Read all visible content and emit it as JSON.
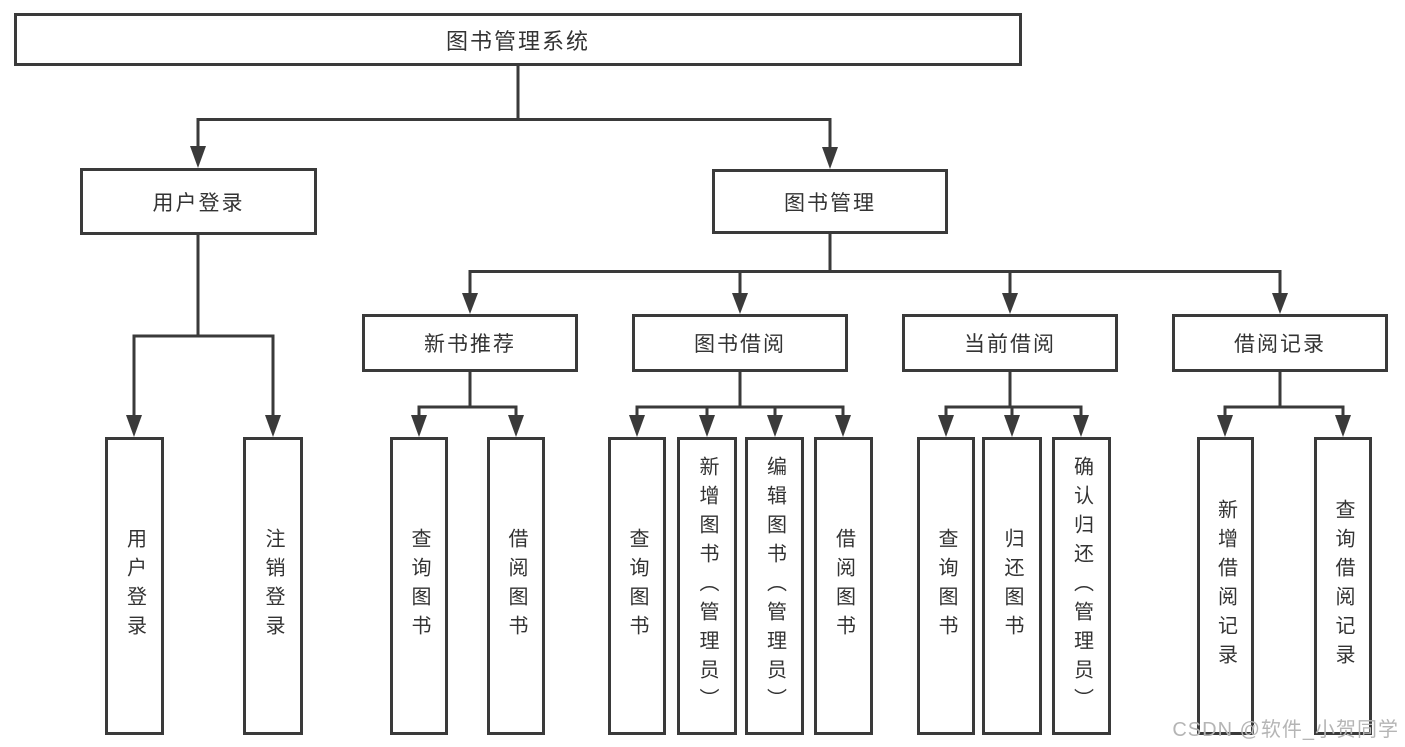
{
  "diagram": {
    "type": "hierarchy-flowchart",
    "colors": {
      "line": "#3a3a3a",
      "border": "#3a3a3a",
      "text": "#333333",
      "background": "#ffffff",
      "watermark": "#b5b5b5"
    }
  },
  "tree": {
    "label": "图书管理系统",
    "children": [
      {
        "label": "用户登录",
        "children": [
          {
            "label": "用户登录"
          },
          {
            "label": "注销登录"
          }
        ]
      },
      {
        "label": "图书管理",
        "children": [
          {
            "label": "新书推荐",
            "children": [
              {
                "label": "查询图书"
              },
              {
                "label": "借阅图书"
              }
            ]
          },
          {
            "label": "图书借阅",
            "children": [
              {
                "label": "查询图书"
              },
              {
                "label": "新增图书（管理员）"
              },
              {
                "label": "编辑图书（管理员）"
              },
              {
                "label": "借阅图书"
              }
            ]
          },
          {
            "label": "当前借阅",
            "children": [
              {
                "label": "查询图书"
              },
              {
                "label": "归还图书"
              },
              {
                "label": "确认归还（管理员）"
              }
            ]
          },
          {
            "label": "借阅记录",
            "children": [
              {
                "label": "新增借阅记录"
              },
              {
                "label": "查询借阅记录"
              }
            ]
          }
        ]
      }
    ]
  },
  "watermark": {
    "text": "CSDN @软件_小贺同学"
  }
}
